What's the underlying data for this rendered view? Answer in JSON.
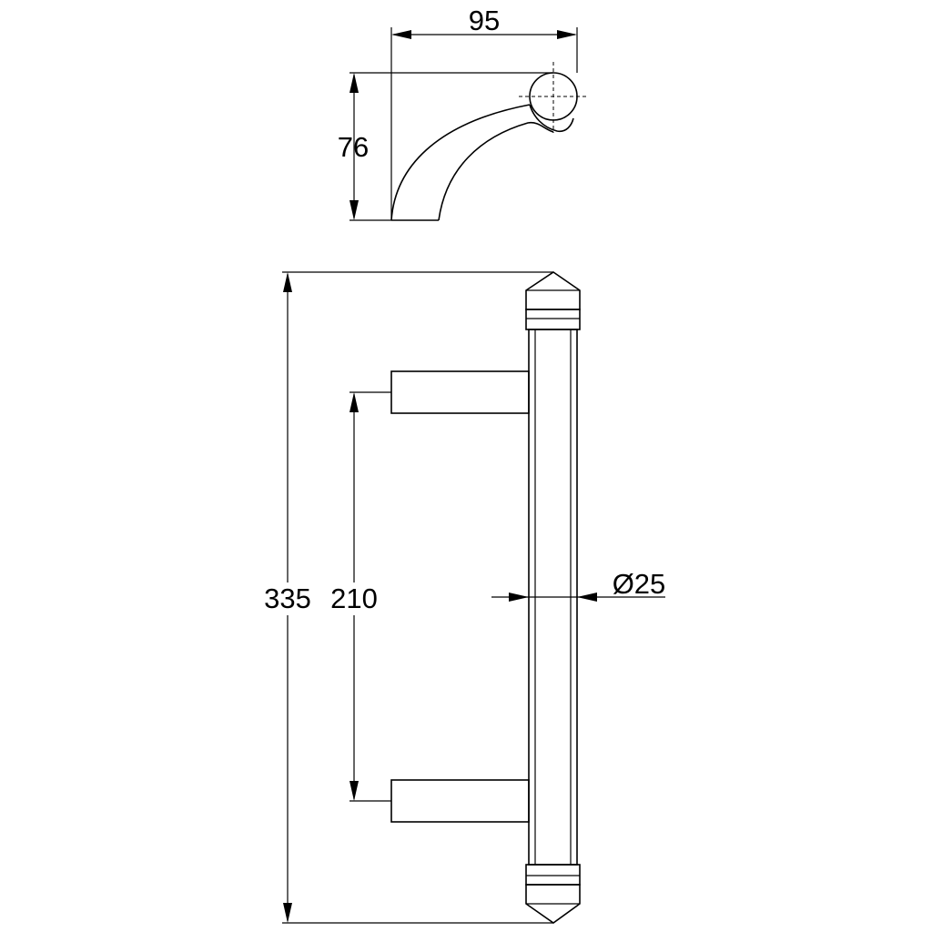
{
  "drawing": {
    "dimensions": {
      "side_view_width": "95",
      "side_view_height": "76",
      "overall_length": "335",
      "post_centers": "210",
      "bar_diameter": "Ø25"
    },
    "colors": {
      "background": "#ffffff",
      "line": "#000000"
    }
  }
}
